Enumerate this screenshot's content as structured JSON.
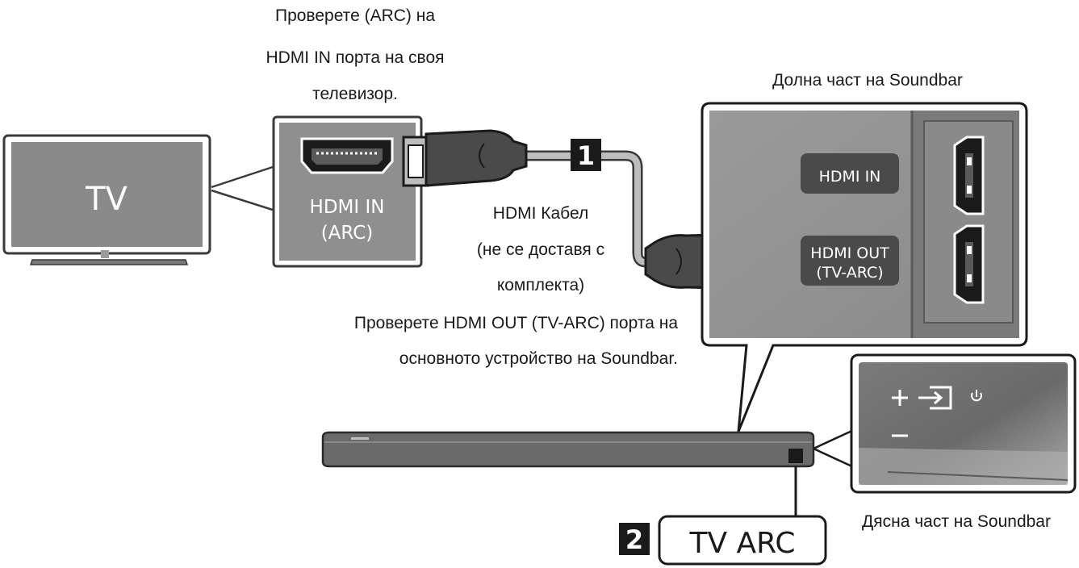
{
  "labels": {
    "tv_hdmi_note_line1": "Проверете (ARC) на",
    "tv_hdmi_note_line2": "HDMI IN порта на своя",
    "tv_hdmi_note_line3": "телевизор.",
    "bottom_label": "Долна част на Soundbar",
    "cable_line1": "HDMI Кабел",
    "cable_line2": "(не се доставя с",
    "cable_line3": "комплекта)",
    "sb_note_line1": "Проверете HDMI OUT (TV-ARC) порта на",
    "sb_note_line2": "основното устройство на Soundbar.",
    "right_label": "Дясна част на Soundbar"
  },
  "tv": {
    "label": "TV"
  },
  "tv_port": {
    "line1": "HDMI IN",
    "line2": "(ARC)"
  },
  "soundbar_ports": {
    "hdmi_in": "HDMI IN",
    "hdmi_out_line1": "HDMI OUT",
    "hdmi_out_line2": "(TV-ARC)"
  },
  "steps": {
    "step1": "1",
    "step2": "2"
  },
  "tv_arc_button": "TV ARC",
  "side_panel_icons": [
    "plus-icon",
    "source-input-icon",
    "power-icon",
    "minus-icon"
  ],
  "colors": {
    "dark_gray": "#5a5a5a",
    "mid_gray": "#8a8a8a",
    "light_gray": "#bdbdbd",
    "black": "#1a1a1a"
  }
}
